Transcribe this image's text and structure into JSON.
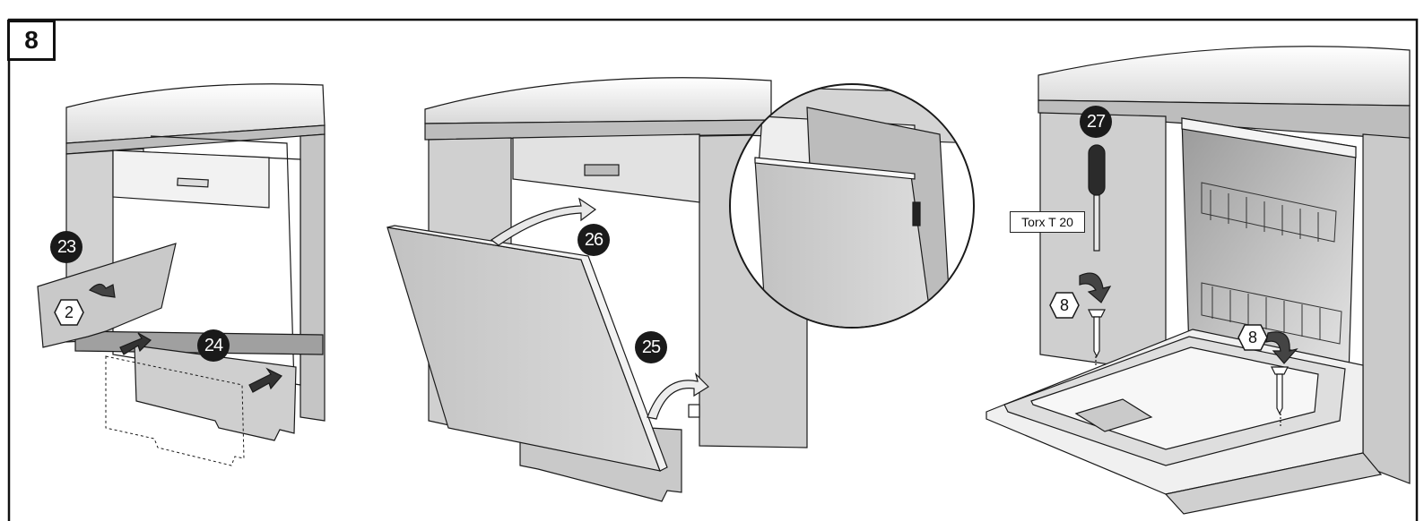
{
  "step_number": "8",
  "callouts": {
    "c23": "23",
    "c24": "24",
    "c25": "25",
    "c26": "26",
    "c27": "27"
  },
  "part_refs": {
    "part_2": "2",
    "part_8a": "8",
    "part_8b": "8"
  },
  "tool": {
    "label": "Torx T 20"
  },
  "colors": {
    "outline": "#1a1a1a",
    "panel_grey": "#c9c9c9",
    "light_grey": "#e4e4e4",
    "mid_grey": "#a8a8a8",
    "badge": "#1a1a1a"
  }
}
